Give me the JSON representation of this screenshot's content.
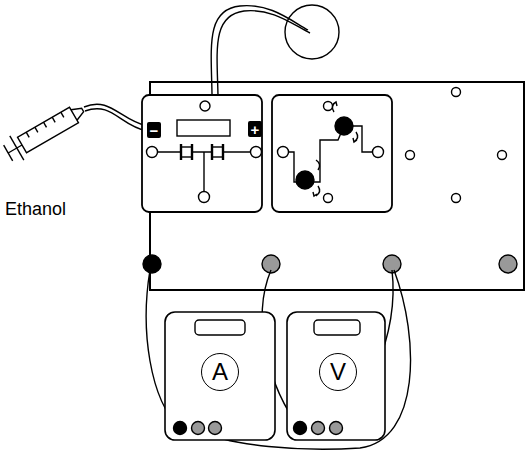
{
  "diagram": {
    "nodes": [
      {
        "text": [
          "A"
        ]
      },
      {
        "text": [
          "V"
        ]
      }
    ],
    "labels": [
      "Ethanol",
      "−",
      "+"
    ]
  }
}
